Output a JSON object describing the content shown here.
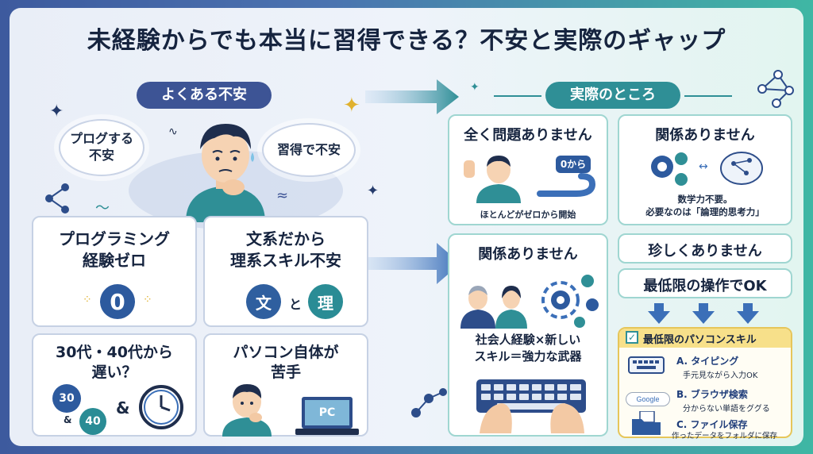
{
  "title": "未経験からでも本当に習得できる？不安と実際のギャップ",
  "left": {
    "header": "よくある不安",
    "clouds": [
      "プログする\n不安",
      "習得で不安"
    ],
    "cards": [
      {
        "title": "プログラミング\n経験ゼロ",
        "icon_text": "0"
      },
      {
        "title": "文系だから\n理系スキル不安",
        "icon_left": "文",
        "joiner": "と",
        "icon_right": "理"
      },
      {
        "title": "30代・40代から\n遅い？",
        "age_a": "30",
        "amp_small": "&",
        "age_b": "40",
        "amp_big": "&"
      },
      {
        "title": "パソコン自体が\n苦手",
        "pc_label": "PC"
      }
    ]
  },
  "right": {
    "header": "実際のところ",
    "card1": {
      "title": "全く問題ありません",
      "badge": "0から",
      "caption": "ほとんどがゼロから開始"
    },
    "card2": {
      "title": "関係ありません",
      "caption": "数学力不要。\n必要なのは「論理的思考力」"
    },
    "card3": {
      "title": "関係ありません",
      "caption": "社会人経験×新しい\nスキル＝強力な武器"
    },
    "card4": {
      "title": "珍しくありません"
    },
    "card5": {
      "title": "最低限の操作でOK"
    },
    "skills": {
      "title": "最低限のパソコンスキル",
      "items": [
        {
          "label": "A. タイピング",
          "desc": "手元見ながら入力OK"
        },
        {
          "label": "B. ブラウザ検索",
          "desc": "分からない単語をググる",
          "logo": "Google"
        },
        {
          "label": "C. ファイル保存",
          "desc": "作ったデータをフォルダに保存"
        }
      ]
    }
  },
  "colors": {
    "navy": "#3d5495",
    "teal": "#2f8f96",
    "accent_yellow": "#f2c94c"
  }
}
